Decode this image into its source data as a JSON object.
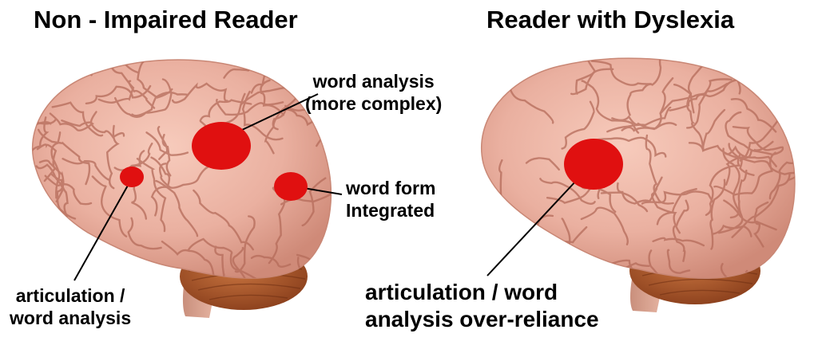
{
  "panels": [
    {
      "title": "Non - Impaired Reader",
      "labels": {
        "word_analysis": [
          "word analysis",
          "(more complex)"
        ],
        "word_form": [
          "word form",
          "Integrated"
        ],
        "articulation": [
          "articulation /",
          "word analysis"
        ]
      }
    },
    {
      "title": "Reader with Dyslexia",
      "labels": {
        "articulation": [
          "articulation / word",
          "analysis over-reliance"
        ]
      }
    }
  ],
  "colors": {
    "region": "#e01010",
    "brain": "#eab0a0",
    "cerebellum": "#b25a2c",
    "text": "#000000"
  }
}
